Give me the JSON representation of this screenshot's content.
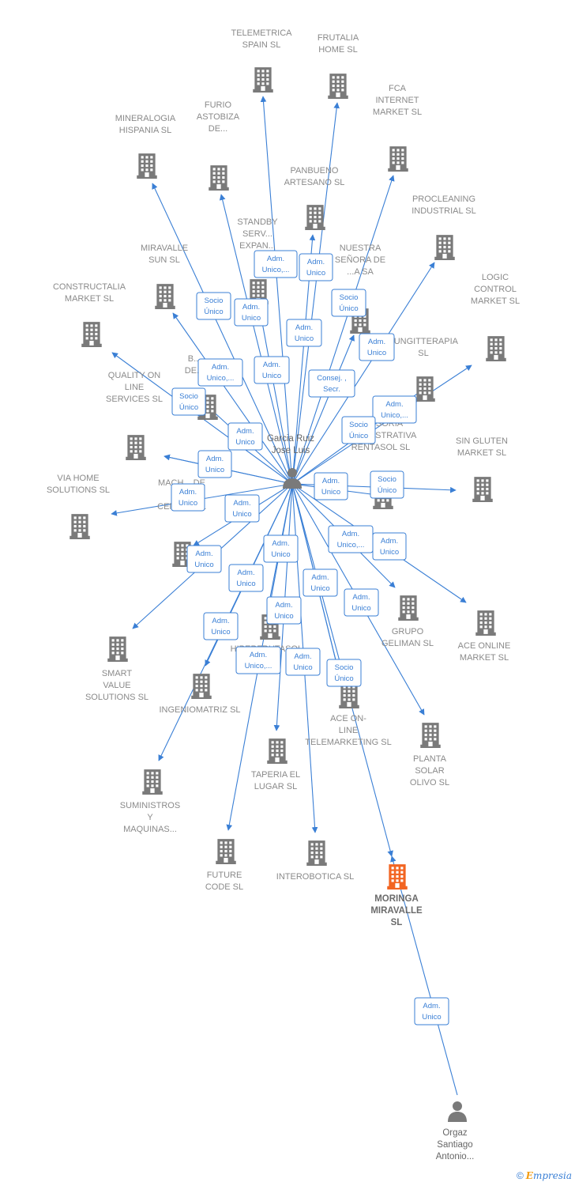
{
  "colors": {
    "edge": "#3a7fd5",
    "building": "#7a7a7a",
    "building_highlight": "#f26522",
    "person": "#7a7a7a",
    "label": "#8a8a8a"
  },
  "persons": [
    {
      "id": "garcia",
      "name": [
        "Garcia Ruiz",
        "Jose Luis"
      ],
      "icon": "person-icon"
    },
    {
      "id": "orgaz",
      "name": [
        "Orgaz",
        "Santiago",
        "Antonio..."
      ],
      "icon": "person-icon"
    }
  ],
  "companies": [
    {
      "id": "telemetrica",
      "label": [
        "TELEMETRICA",
        "SPAIN  SL"
      ]
    },
    {
      "id": "frutalia",
      "label": [
        "FRUTALIA",
        "HOME  SL"
      ]
    },
    {
      "id": "fca",
      "label": [
        "FCA",
        "INTERNET",
        "MARKET  SL"
      ]
    },
    {
      "id": "mineralogia",
      "label": [
        "MINERALOGIA",
        "HISPANIA  SL"
      ]
    },
    {
      "id": "furio",
      "label": [
        "FURIO",
        "ASTOBIZA",
        "DE..."
      ]
    },
    {
      "id": "panbueno",
      "label": [
        "PANBUENO",
        "ARTESANO  SL"
      ]
    },
    {
      "id": "procleaning",
      "label": [
        "PROCLEANING",
        "INDUSTRIAL SL"
      ]
    },
    {
      "id": "standby",
      "label": [
        "STANDBY",
        "SERV...",
        "EXPAN..."
      ]
    },
    {
      "id": "miravalle",
      "label": [
        "MIRAVALLE",
        "SUN  SL"
      ]
    },
    {
      "id": "nuestra",
      "label": [
        "NUESTRA",
        "SEÑORA DE",
        "...A SA"
      ]
    },
    {
      "id": "constructalia",
      "label": [
        "CONSTRUCTALIA",
        "MARKET  SL"
      ]
    },
    {
      "id": "logic",
      "label": [
        "LOGIC",
        "CONTROL",
        "MARKET  SL"
      ]
    },
    {
      "id": "fungitterapia",
      "label": [
        "FUNGITTERAPIA",
        "SL"
      ]
    },
    {
      "id": "bde",
      "label": [
        "B...",
        "DE..."
      ]
    },
    {
      "id": "quality",
      "label": [
        "QUALITY ON",
        "LINE",
        "SERVICES  SL"
      ]
    },
    {
      "id": "asesoria",
      "label": [
        "ASESORIA",
        "ADMINISTRATIVA",
        "RENTASOL SL"
      ]
    },
    {
      "id": "singluten",
      "label": [
        "SIN GLUTEN",
        "MARKET  SL"
      ]
    },
    {
      "id": "viahome",
      "label": [
        "VIA HOME",
        "SOLUTIONS SL"
      ]
    },
    {
      "id": "machado",
      "label": [
        "MACH... DE",
        "CALL",
        "CENTER  SL"
      ]
    },
    {
      "id": "smart",
      "label": [
        "SMART",
        "VALUE",
        "SOLUTIONS SL"
      ]
    },
    {
      "id": "ingeniomatriz",
      "label": [
        "INGENIOMATRIZ SL"
      ]
    },
    {
      "id": "hiperfrutasol",
      "label": [
        "HIPERFRUTASOL..."
      ]
    },
    {
      "id": "grupo",
      "label": [
        "GRUPO",
        "GELIMAN  SL"
      ]
    },
    {
      "id": "aceonline",
      "label": [
        "ACE ONLINE",
        "MARKET SL"
      ]
    },
    {
      "id": "aceonline2",
      "label": [
        "ACE ON-",
        "LINE",
        "TELEMARKETING SL"
      ]
    },
    {
      "id": "planta",
      "label": [
        "PLANTA",
        "SOLAR",
        "OLIVO SL"
      ]
    },
    {
      "id": "taperia",
      "label": [
        "TAPERIA EL",
        "LUGAR SL"
      ]
    },
    {
      "id": "suministros",
      "label": [
        "SUMINISTROS",
        "Y",
        "MAQUINAS..."
      ]
    },
    {
      "id": "future",
      "label": [
        "FUTURE",
        "CODE  SL"
      ]
    },
    {
      "id": "interobotica",
      "label": [
        "INTEROBOTICA SL"
      ]
    },
    {
      "id": "moringa",
      "label": [
        "MORINGA",
        "MIRAVALLE",
        "SL"
      ],
      "highlight": true
    }
  ],
  "relations": [
    {
      "id": "r_standby",
      "text": [
        "Adm.",
        "Unico,..."
      ]
    },
    {
      "id": "r_panbueno",
      "text": [
        "Adm.",
        "Unico"
      ]
    },
    {
      "id": "r_nuestra",
      "text": [
        "Socio",
        "Único"
      ]
    },
    {
      "id": "r_miravalle",
      "text": [
        "Socio",
        "Único"
      ]
    },
    {
      "id": "r_mineralogia",
      "text": [
        "Adm.",
        "Unico"
      ]
    },
    {
      "id": "r_frutalia",
      "text": [
        "Adm.",
        "Unico"
      ]
    },
    {
      "id": "r_fca",
      "text": [
        "Adm.",
        "Unico"
      ]
    },
    {
      "id": "r_constructalia",
      "text": [
        "Adm.",
        "Unico,..."
      ]
    },
    {
      "id": "r_furio",
      "text": [
        "Adm.",
        "Unico"
      ]
    },
    {
      "id": "r_procleaning",
      "text": [
        "Consej. ,",
        "Secr."
      ]
    },
    {
      "id": "r_logic",
      "text": [
        "Adm.",
        "Unico,..."
      ]
    },
    {
      "id": "r_quality_socio",
      "text": [
        "Socio",
        "Único"
      ]
    },
    {
      "id": "r_asesoria",
      "text": [
        "Socio",
        "Único"
      ]
    },
    {
      "id": "r_bde",
      "text": [
        "Adm.",
        "Unico"
      ]
    },
    {
      "id": "r_quality",
      "text": [
        "Adm.",
        "Unico"
      ]
    },
    {
      "id": "r_singluten_adm",
      "text": [
        "Adm.",
        "Unico"
      ]
    },
    {
      "id": "r_singluten_socio",
      "text": [
        "Socio",
        "Único"
      ]
    },
    {
      "id": "r_viahome",
      "text": [
        "Adm.",
        "Unico"
      ]
    },
    {
      "id": "r_machado",
      "text": [
        "Adm.",
        "Unico"
      ]
    },
    {
      "id": "r_smart",
      "text": [
        "Adm.",
        "Unico"
      ]
    },
    {
      "id": "r_hiper",
      "text": [
        "Adm.",
        "Unico"
      ]
    },
    {
      "id": "r_grupo",
      "text": [
        "Adm.",
        "Unico,..."
      ]
    },
    {
      "id": "r_aceonline",
      "text": [
        "Adm.",
        "Unico"
      ]
    },
    {
      "id": "r_ingenio",
      "text": [
        "Adm.",
        "Unico"
      ]
    },
    {
      "id": "r_taperia",
      "text": [
        "Adm.",
        "Unico"
      ]
    },
    {
      "id": "r_aceline2",
      "text": [
        "Adm.",
        "Unico"
      ]
    },
    {
      "id": "r_planta",
      "text": [
        "Adm.",
        "Unico"
      ]
    },
    {
      "id": "r_suministros",
      "text": [
        "Adm.",
        "Unico"
      ]
    },
    {
      "id": "r_future",
      "text": [
        "Adm.",
        "Unico,..."
      ]
    },
    {
      "id": "r_interobotica",
      "text": [
        "Adm.",
        "Unico"
      ]
    },
    {
      "id": "r_moringa",
      "text": [
        "Socio",
        "Único"
      ]
    },
    {
      "id": "r_orgaz",
      "text": [
        "Adm.",
        "Unico"
      ]
    }
  ],
  "footer": {
    "copyright": "©",
    "brand_initial": "E",
    "brand_rest": "mpresia"
  }
}
